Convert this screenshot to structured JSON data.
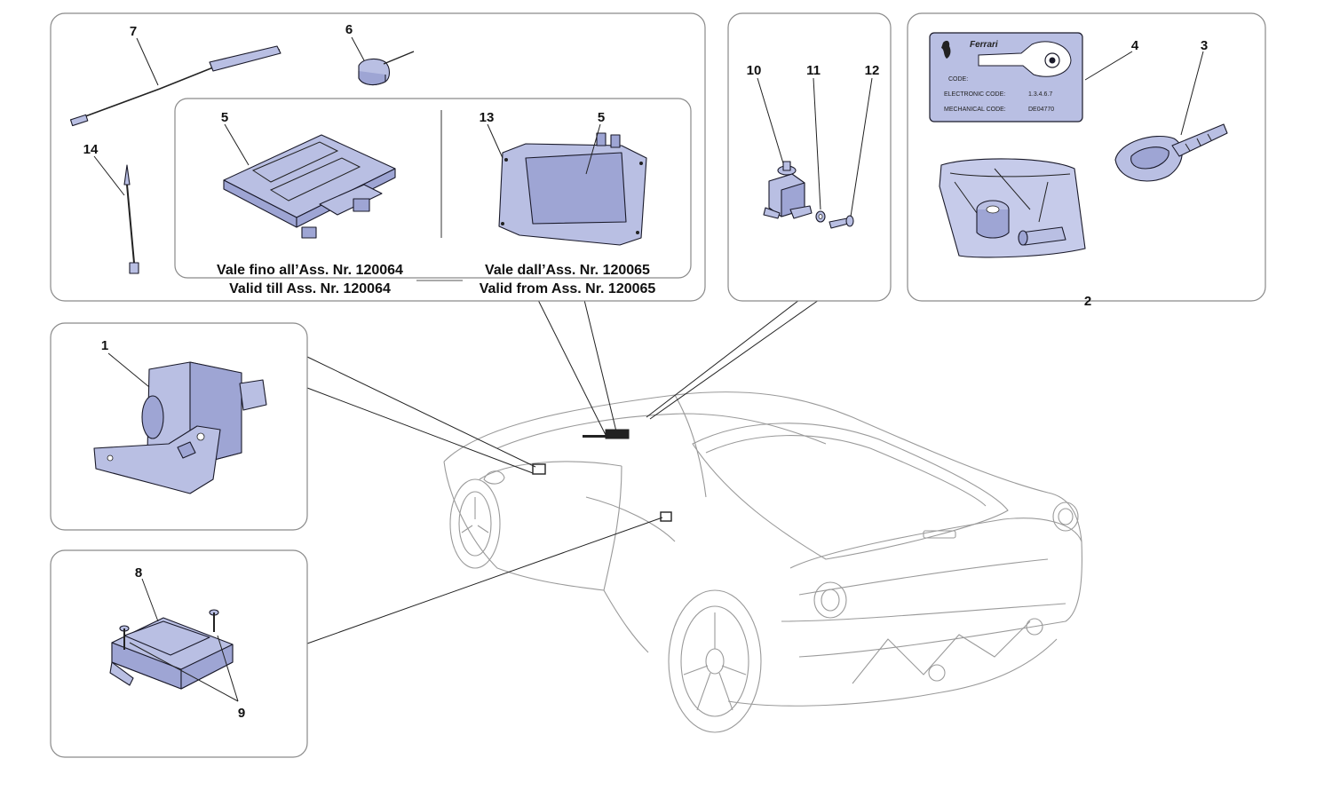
{
  "diagram": {
    "callouts": {
      "c1": "1",
      "c2": "2",
      "c3": "3",
      "c4": "4",
      "c5a": "5",
      "c5b": "5",
      "c6": "6",
      "c7": "7",
      "c8": "8",
      "c9": "9",
      "c10": "10",
      "c11": "11",
      "c12": "12",
      "c13": "13",
      "c14": "14"
    },
    "variants": {
      "left_line1": "Vale fino all’Ass. Nr. 120064",
      "left_line2": "Valid till Ass. Nr. 120064",
      "right_line1": "Vale dall’Ass. Nr. 120065",
      "right_line2": "Valid from Ass. Nr. 120065"
    },
    "code_card": {
      "brand": "Ferrari",
      "code_label": "CODE:",
      "electronic_label": "ELECTRONIC CODE:",
      "electronic_value": "1.3.4.6.7",
      "mechanical_label": "MECHANICAL CODE:",
      "mechanical_value": "DE04770"
    }
  }
}
